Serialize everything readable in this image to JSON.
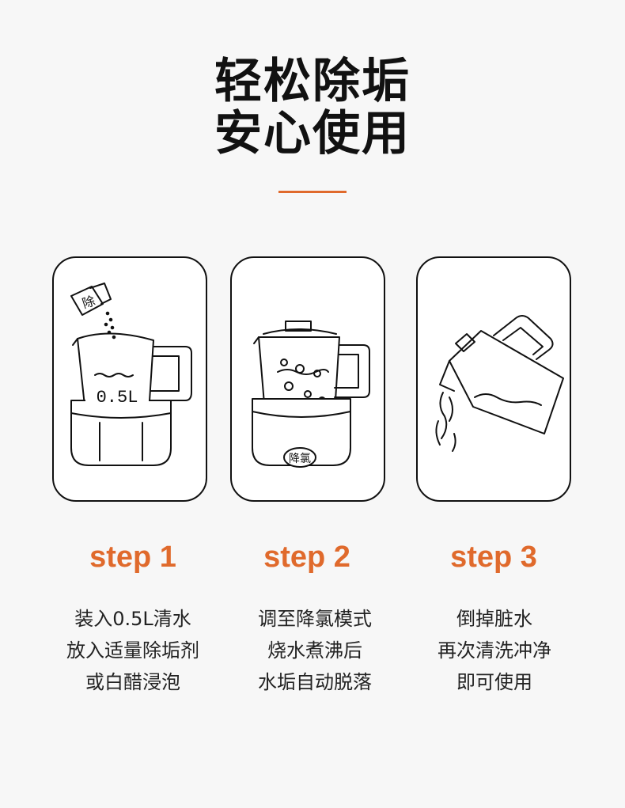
{
  "header": {
    "title_line1": "轻松除垢",
    "title_line2": "安心使用",
    "accent_color": "#e06a2c"
  },
  "steps": [
    {
      "label": "step 1",
      "lines": [
        "装入0.5L清水",
        "放入适量除垢剂",
        "或白醋浸泡"
      ],
      "illustration": {
        "icon": "kettle-with-descaler-packet-icon",
        "packet_text": "除",
        "volume_text": "0.5L"
      }
    },
    {
      "label": "step 2",
      "lines": [
        "调至降氯模式",
        "烧水煮沸后",
        "水垢自动脱落"
      ],
      "illustration": {
        "icon": "boiling-kettle-icon",
        "base_text": "降氯"
      }
    },
    {
      "label": "step 3",
      "lines": [
        "倒掉脏水",
        "再次清洗冲净",
        "即可使用"
      ],
      "illustration": {
        "icon": "pouring-kettle-icon"
      }
    }
  ]
}
